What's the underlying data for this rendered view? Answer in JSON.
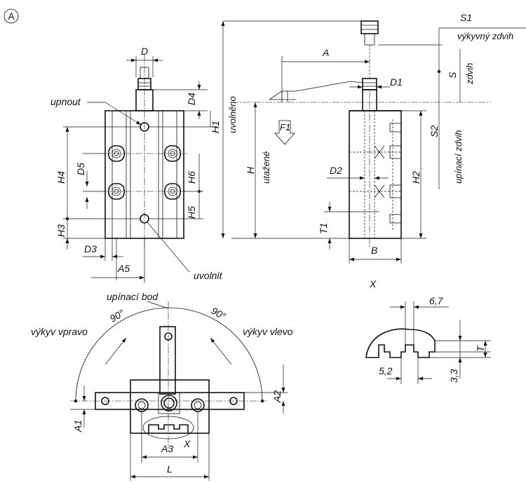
{
  "view_marker": "A",
  "labels": {
    "D": "D",
    "D1": "D1",
    "D2": "D2",
    "D3": "D3",
    "D4": "D4",
    "D5": "D5",
    "H": "H",
    "H1": "H1",
    "H2": "H2",
    "H3": "H3",
    "H4": "H4",
    "H5": "H5",
    "H6": "H6",
    "A": "A",
    "A1": "A1",
    "A2": "A2",
    "A3": "A3",
    "A5": "A5",
    "B": "B",
    "L": "L",
    "S": "S",
    "S1": "S1",
    "S2": "S2",
    "T": "T",
    "T1": "T1",
    "F1": "F1",
    "X": "X",
    "X_detail": "X"
  },
  "annotations": {
    "upnout": "upnout",
    "uvolnit": "uvolnit",
    "uvolneno": "uvolněno",
    "utazene": "utažené",
    "vykyvny_zdvih": "výkyvný zdvih",
    "zdvih": "zdvih",
    "upinaci_zdvih": "upínací zdvih",
    "upinaci_bod": "upínací bod",
    "vykyv_vpravo": "výkyv vpravo",
    "vykyv_vlevo": "výkyv vlevo",
    "angle_left": "90°",
    "angle_right": "90°"
  },
  "detail_dims": {
    "width_top": "6,7",
    "width_bottom": "5,2",
    "depth": "3,3"
  }
}
